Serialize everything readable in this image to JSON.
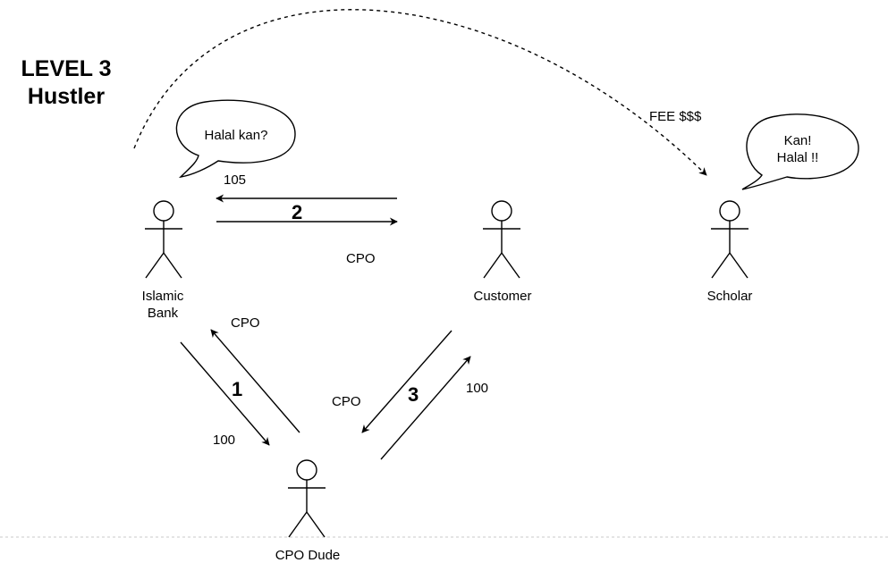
{
  "title": {
    "line1": "LEVEL 3",
    "line2": "Hustler"
  },
  "actors": {
    "islamic_bank": {
      "line1": "Islamic",
      "line2": "Bank"
    },
    "customer": "Customer",
    "scholar": "Scholar",
    "cpo_dude": "CPO Dude"
  },
  "bubbles": {
    "bank": "Halal kan?",
    "scholar_line1": "Kan!",
    "scholar_line2": "Halal !!"
  },
  "flows": {
    "fee": "FEE $$$",
    "step2_amount": "105",
    "step2_goods": "CPO",
    "step2_number": "2",
    "step1_goods": "CPO",
    "step1_amount": "100",
    "step1_number": "1",
    "step3_goods": "CPO",
    "step3_amount": "100",
    "step3_number": "3"
  },
  "colors": {
    "stroke": "#000000",
    "page_border": "#c8c8c8"
  }
}
